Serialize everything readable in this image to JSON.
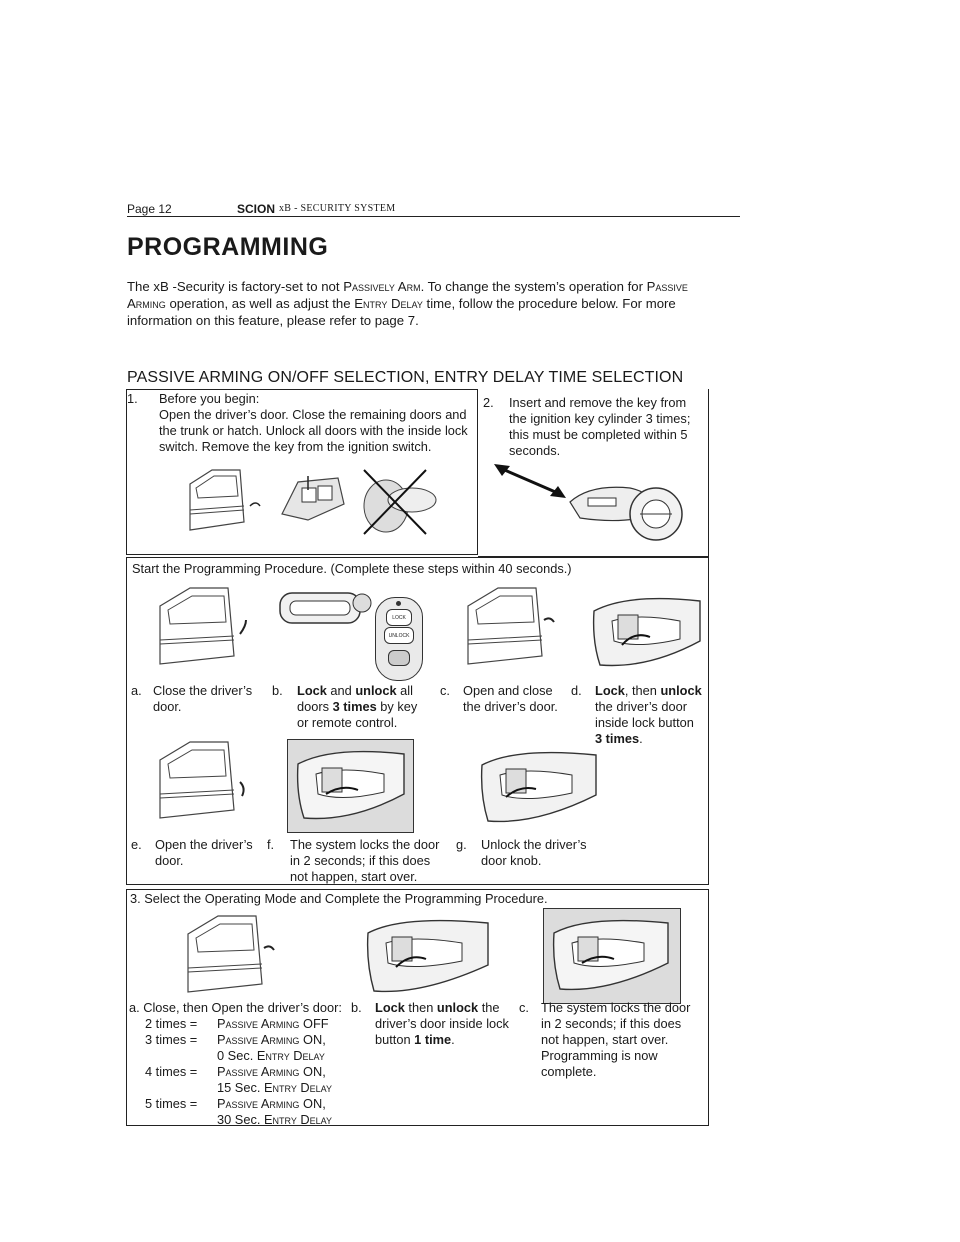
{
  "header": {
    "page": "Page 12",
    "brand": "SCION",
    "model": "xB - SECURITY SYSTEM"
  },
  "title": "PROGRAMMING",
  "intro": {
    "p1": "The xB -Security is factory-set to not ",
    "sc1": "Passively Arm",
    "p2": ". To change the system’s operation for ",
    "sc2": "Passive Arming",
    "p3": " operation, as well as adjust the ",
    "sc3": "Entry Delay",
    "p4": " time, follow the procedure below. For more information on this feature, please refer to page 7."
  },
  "section_title": "PASSIVE ARMING ON/OFF SELECTION, ENTRY DELAY TIME SELECTION",
  "step1": {
    "num": "1.",
    "heading": "Before you begin:",
    "body": "Open the driver’s door. Close the remaining doors and the trunk or hatch. Unlock all doors with the inside lock switch. Remove the key from the ignition switch."
  },
  "step2": {
    "num": "2.",
    "body": "Insert and remove the key from the ignition key cylinder 3 times; this must be completed within 5 seconds."
  },
  "procedure": {
    "heading": "Start the Programming Procedure. (Complete these steps within 40 seconds.)",
    "remote_lock": "LOCK",
    "remote_unlock": "UNLOCK",
    "a": {
      "letter": "a.",
      "text": "Close the driver’s door."
    },
    "b": {
      "letter": "b.",
      "lock": "Lock",
      "and": " and ",
      "unlock": "unlock",
      "all": " all doors ",
      "times": "3 times",
      "rest": " by key or remote control."
    },
    "c": {
      "letter": "c.",
      "text": "Open and close the driver’s door."
    },
    "d": {
      "letter": "d.",
      "lock": "Lock",
      "then": ", then ",
      "unlock": "unlock",
      "rest": " the driver’s door inside lock button ",
      "times": "3 times",
      "end": "."
    },
    "e": {
      "letter": "e.",
      "text": "Open the driver’s door."
    },
    "f": {
      "letter": "f.",
      "text": "The system locks the door in 2 seconds; if this does not happen, start over."
    },
    "g": {
      "letter": "g.",
      "text": "Unlock the driver’s door knob."
    }
  },
  "step3": {
    "heading": "3.     Select the Operating Mode and Complete the Programming Procedure.",
    "a": {
      "intro": "a.  Close, then Open the driver’s  door:",
      "rows": [
        {
          "count": "2 times =",
          "mode": "Passive Arming",
          "state": " OFF",
          "delay": "",
          "delay_label": ""
        },
        {
          "count": "3 times =",
          "mode": "Passive Arming",
          "state": " ON,",
          "delay": "0 Sec. ",
          "delay_label": "Entry Delay"
        },
        {
          "count": "4 times =",
          "mode": "Passive Arming",
          "state": " ON,",
          "delay": "15 Sec. ",
          "delay_label": "Entry Delay"
        },
        {
          "count": "5 times =",
          "mode": "Passive Arming",
          "state": " ON,",
          "delay": "30 Sec. ",
          "delay_label": "Entry Delay"
        }
      ]
    },
    "b": {
      "letter": "b.",
      "lock": "Lock",
      "then": " then ",
      "unlock": "unlock",
      "rest": " the driver’s door inside lock button ",
      "times": "1 time",
      "end": "."
    },
    "c": {
      "letter": "c.",
      "text": "The system locks the door in 2 seconds; if this does not happen, start over. Programming is now complete."
    }
  }
}
